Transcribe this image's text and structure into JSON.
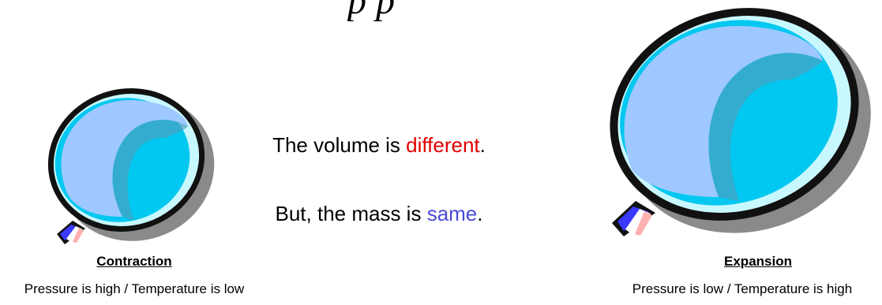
{
  "title_fragment": "p  p",
  "statements": {
    "line1_prefix": "The volume is ",
    "line1_highlight": "different",
    "line1_suffix": ".",
    "line2_prefix": "But, the mass is ",
    "line2_highlight": "same",
    "line2_suffix": "."
  },
  "left_balloon": {
    "label": "Contraction",
    "caption": "Pressure is high / Temperature is low"
  },
  "right_balloon": {
    "label": "Expansion",
    "caption": "Pressure is low / Temperature is high"
  },
  "colors": {
    "different": "#e00000",
    "same": "#4a4ad8",
    "balloon_body": "#00c8f0",
    "balloon_highlight": "#9ec8ff",
    "balloon_outline": "#111111",
    "balloon_shadow": "#8a8a8a",
    "balloon_rim": "#c8f8ff"
  }
}
